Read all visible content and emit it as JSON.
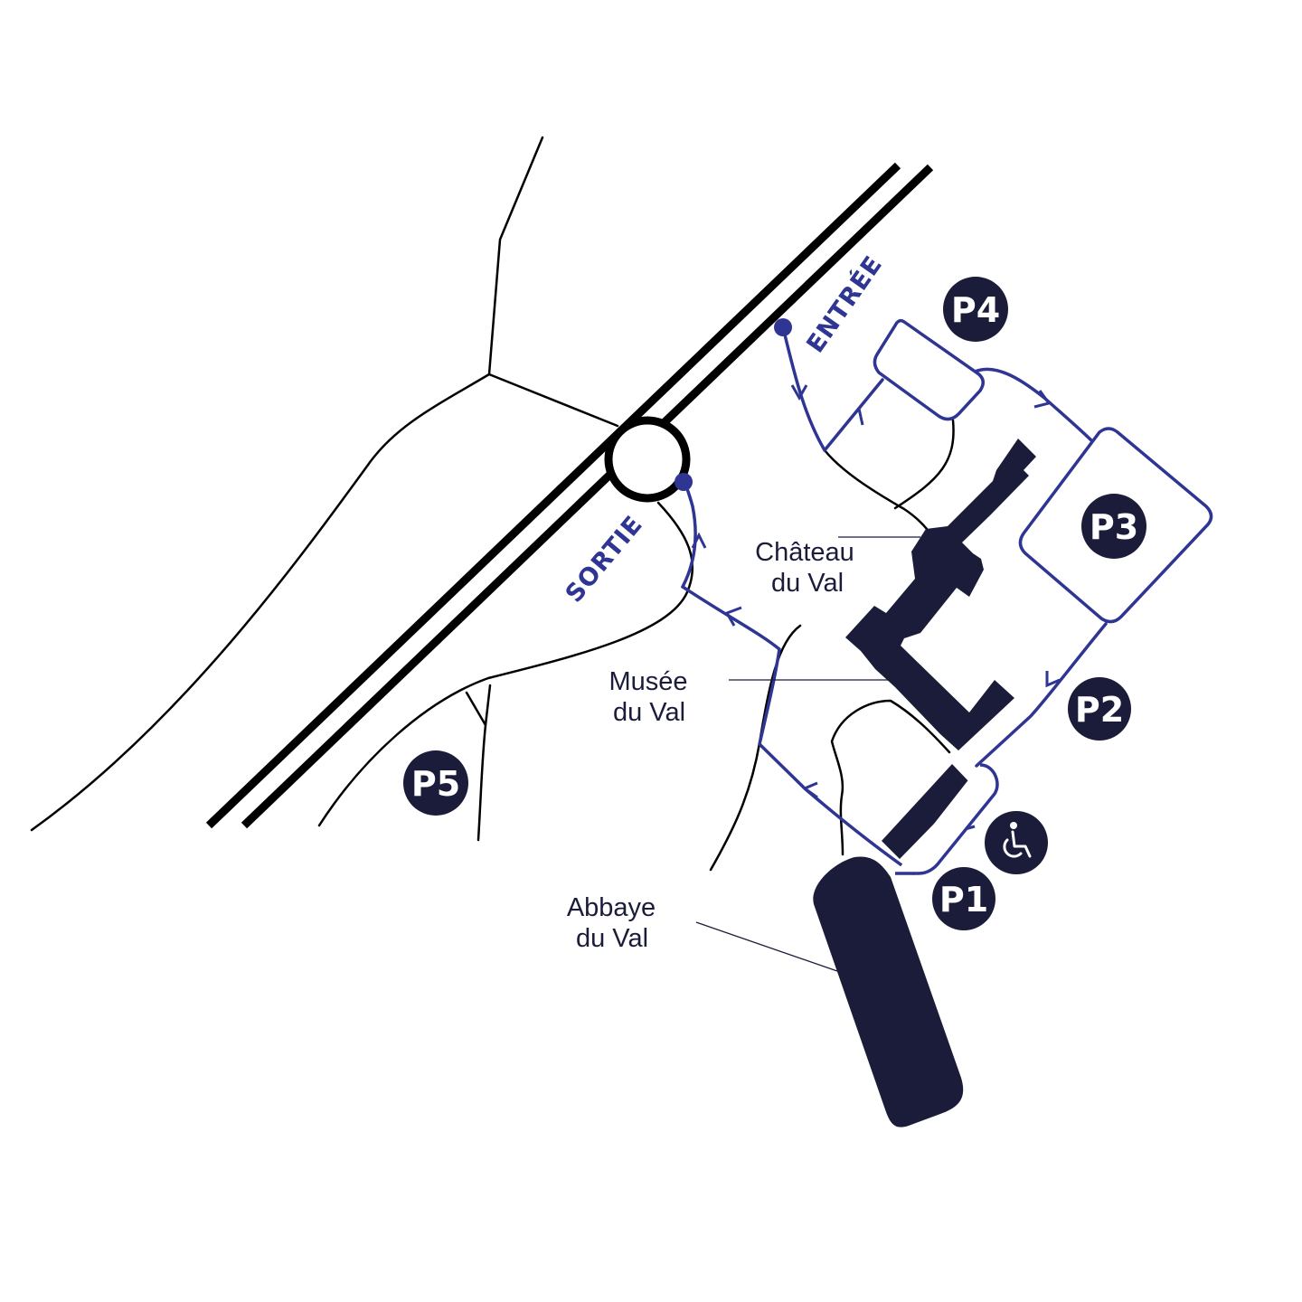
{
  "colors": {
    "route": "#2e3592",
    "building": "#1b1c3a",
    "road": "#000000",
    "badge": "#1b1c3a",
    "badge_text": "#ffffff"
  },
  "labels": {
    "entree": "ENTRÉE",
    "sortie": "SORTIE",
    "chateau": [
      "Château",
      "du Val"
    ],
    "musee": [
      "Musée",
      "du Val"
    ],
    "abbaye": [
      "Abbaye",
      "du Val"
    ]
  },
  "parkings": [
    {
      "label": "P1"
    },
    {
      "label": "P2"
    },
    {
      "label": "P3"
    },
    {
      "label": "P4"
    },
    {
      "label": "P5"
    }
  ],
  "icons": {
    "accessible": "wheelchair-icon"
  }
}
